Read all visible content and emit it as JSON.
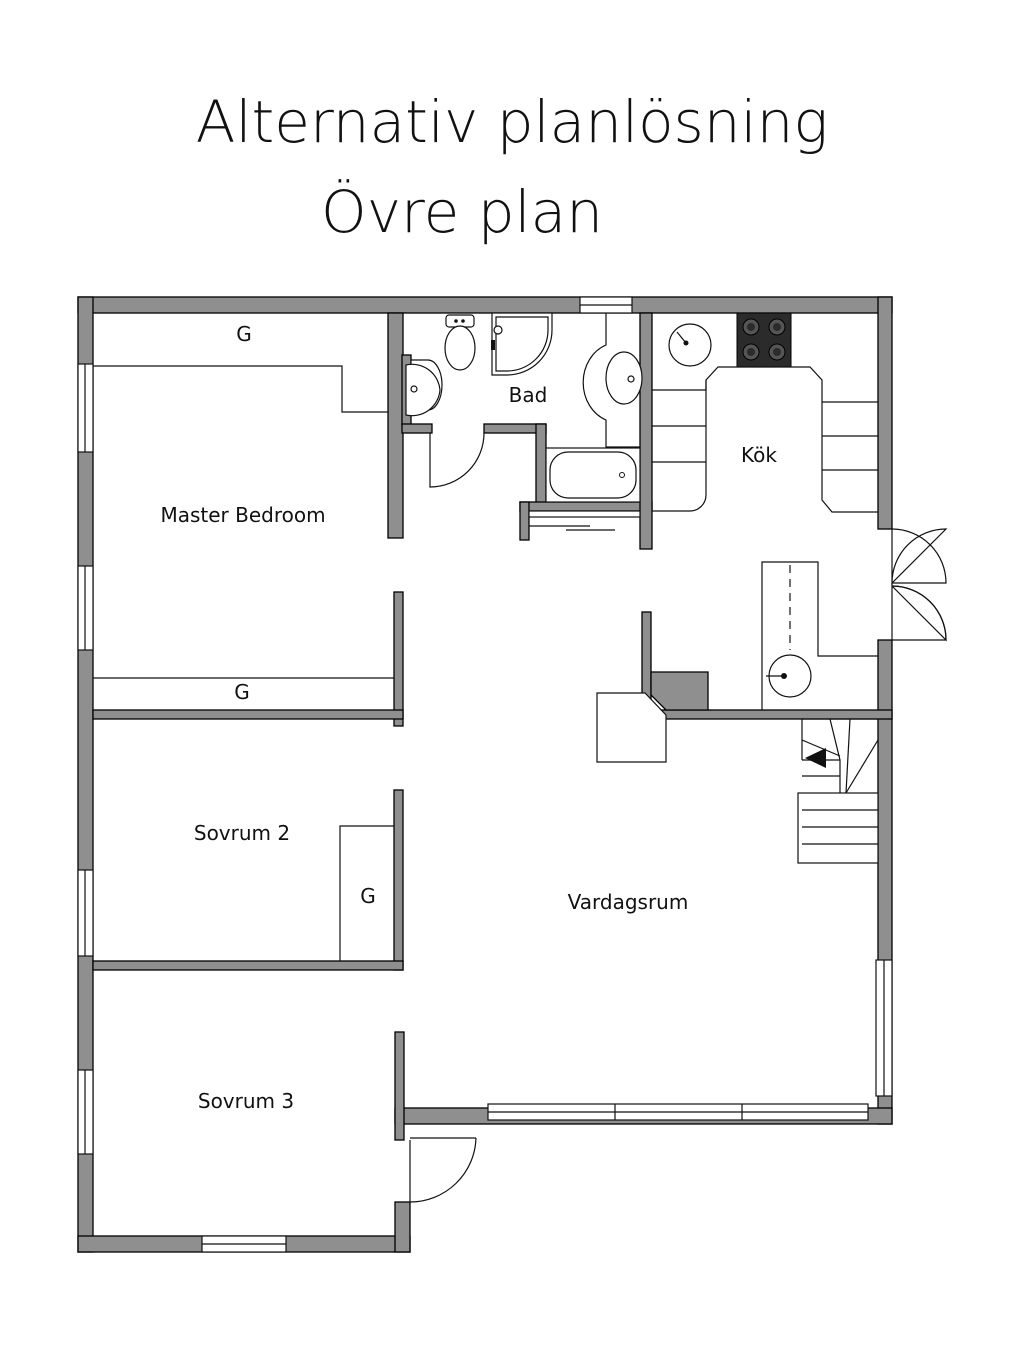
{
  "header": {
    "title": "Alternativ planlösning",
    "subtitle": "Övre plan"
  },
  "rooms": {
    "master_bedroom": "Master Bedroom",
    "bath": "Bad",
    "kitchen": "Kök",
    "bedroom_2": "Sovrum 2",
    "bedroom_3": "Sovrum 3",
    "living_room": "Vardagsrum"
  },
  "wardrobe_label": "G",
  "colors": {
    "wall_fill": "#8f8f8f",
    "line": "#111111",
    "background": "#ffffff"
  }
}
